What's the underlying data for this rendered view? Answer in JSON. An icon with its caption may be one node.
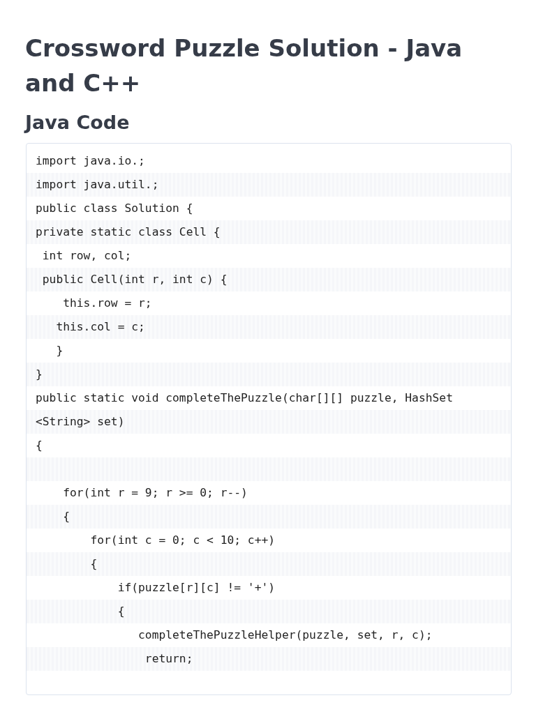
{
  "diagram": {
    "title": "Crossword Puzzle Solution - Java and C++",
    "labels": [
      "Java Code",
      "import java.io.;",
      "import java.util.;",
      "public class Solution {",
      "private static class Cell {",
      " int row, col;",
      " public Cell(int r, int c) {",
      "    this.row = r;",
      "   this.col = c;",
      "   }",
      "}",
      "public static void completeThePuzzle(char[][] puzzle, HashSet",
      "<String> set)",
      "{",
      "    for(int r = 9; r >= 0; r--)",
      "    {",
      "        for(int c = 0; c < 10; c++)",
      "        {",
      "            if(puzzle[r][c] != '+')",
      "            {",
      "               completeThePuzzleHelper(puzzle, set, r, c);",
      "                return;"
    ]
  }
}
